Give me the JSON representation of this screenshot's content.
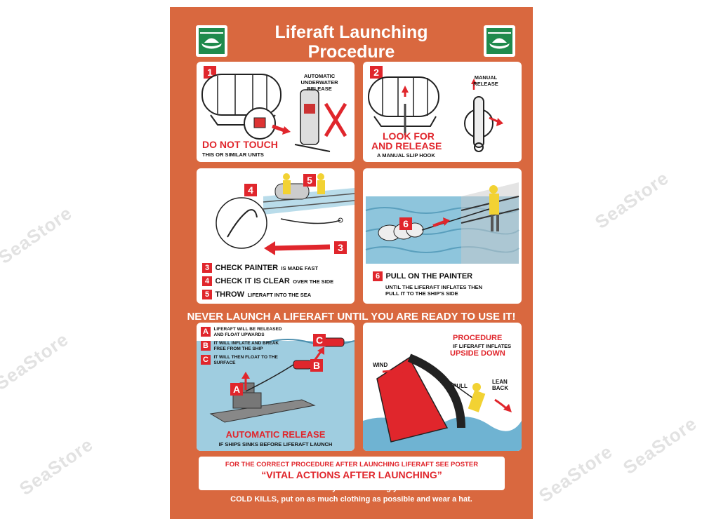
{
  "watermark": "SeaStore",
  "title": {
    "line1": "Liferaft Launching",
    "line2": "Procedure"
  },
  "panel1": {
    "number": "1",
    "release_label": "AUTOMATIC UNDERWATER RELEASE",
    "warning": "DO NOT TOUCH",
    "sub": "THIS OR SIMILAR UNITS"
  },
  "panel2": {
    "number": "2",
    "release_label": "MANUAL RELEASE",
    "action_line1": "LOOK FOR",
    "action_line2": "AND RELEASE",
    "sub": "A MANUAL SLIP HOOK"
  },
  "panel3": {
    "badges": [
      "4",
      "5",
      "3"
    ],
    "steps": [
      {
        "n": "3",
        "main": "CHECK PAINTER",
        "rest": "IS MADE FAST"
      },
      {
        "n": "4",
        "main": "CHECK IT IS CLEAR",
        "rest": "OVER THE SIDE"
      },
      {
        "n": "5",
        "main": "THROW",
        "rest": "LIFERAFT INTO THE SEA"
      }
    ]
  },
  "panel4": {
    "badge": "6",
    "number": "6",
    "main": "PULL ON THE PAINTER",
    "rest1": "UNTIL THE LIFERAFT INFLATES THEN",
    "rest2": "PULL IT TO THE SHIP'S SIDE"
  },
  "banner": "NEVER LAUNCH A LIFERAFT UNTIL YOU ARE READY TO USE IT!",
  "panel5": {
    "items": [
      {
        "n": "A",
        "text1": "LIFERAFT WILL BE RELEASED",
        "text2": "AND FLOAT UPWARDS"
      },
      {
        "n": "B",
        "text1": "IT WILL INFLATE AND BREAK",
        "text2": "FREE FROM THE SHIP"
      },
      {
        "n": "C",
        "text1": "IT WILL THEN FLOAT TO THE",
        "text2": "SURFACE"
      }
    ],
    "labels": [
      "C",
      "B",
      "A"
    ],
    "title": "AUTOMATIC RELEASE",
    "sub": "IF SHIPS SINKS BEFORE LIFERAFT LAUNCH"
  },
  "panel6": {
    "heading": "PROCEDURE",
    "sub": "IF LIFERAFT INFLATES",
    "heading2": "UPSIDE DOWN",
    "wind": "WIND",
    "pull": "PULL",
    "lean1": "LEAN",
    "lean2": "BACK"
  },
  "footer_box": {
    "line1": "FOR THE CORRECT PROCEDURE AFTER LAUNCHING LIFERAFT SEE POSTER",
    "line2": "“VITAL ACTIONS AFTER LAUNCHING”"
  },
  "bottom": {
    "line1": "BE PREPARED : Ensure you are wearing your LIFEJACKET.",
    "line2": "COLD KILLS, put on as much clothing as possible and wear a hat."
  },
  "colors": {
    "poster": "#d9683f",
    "accent_red": "#e0262c",
    "logo_green": "#1f8a4c",
    "water": "#8ec5dc"
  }
}
